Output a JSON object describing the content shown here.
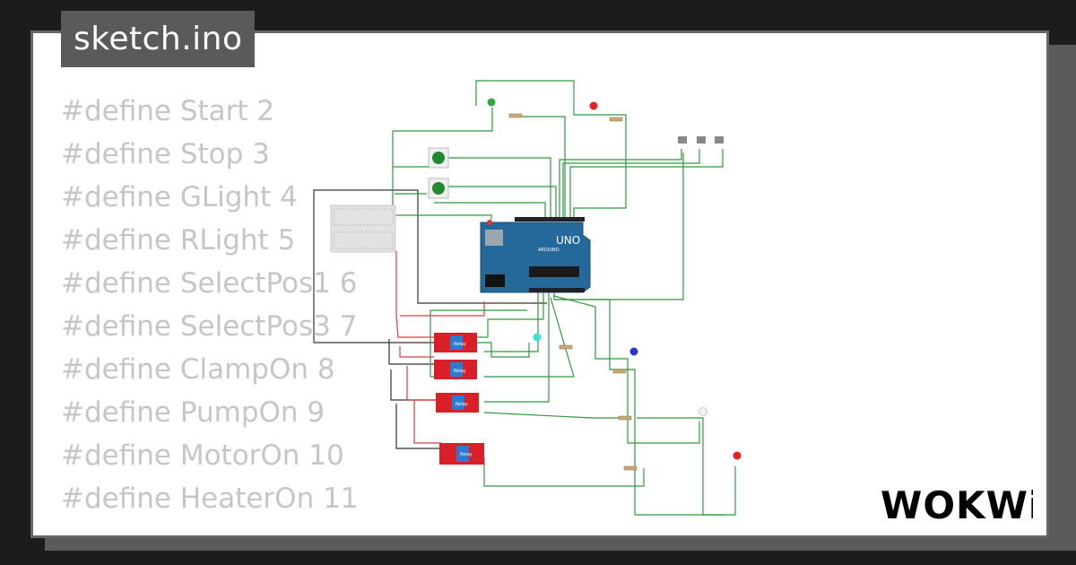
{
  "window": {
    "title": "sketch.ino"
  },
  "code_lines": [
    "#define Start 2",
    "#define Stop 3",
    "#define GLight 4",
    "#define RLight 5",
    "#define SelectPos1 6",
    "#define SelectPos3 7",
    "#define ClampOn 8",
    "#define PumpOn 9",
    "#define MotorOn 10",
    "#define HeaterOn 11"
  ],
  "diagram": {
    "board_labels": {
      "model": "UNO",
      "brand": "ARDUINO"
    },
    "relay_label": "Relay",
    "colors": {
      "wire_green": "#2f9a3e",
      "wire_red": "#e33b3b",
      "wire_black": "#333333",
      "board_blue": "#25689a",
      "relay_red": "#d91f28",
      "led_green": "#2fa84a",
      "led_red": "#e32424",
      "led_blue": "#2437d6",
      "led_cyan": "#38e0e0"
    }
  },
  "brand": {
    "logo_text": "WOKWi",
    "logo_icon": "wokwi-logo"
  }
}
